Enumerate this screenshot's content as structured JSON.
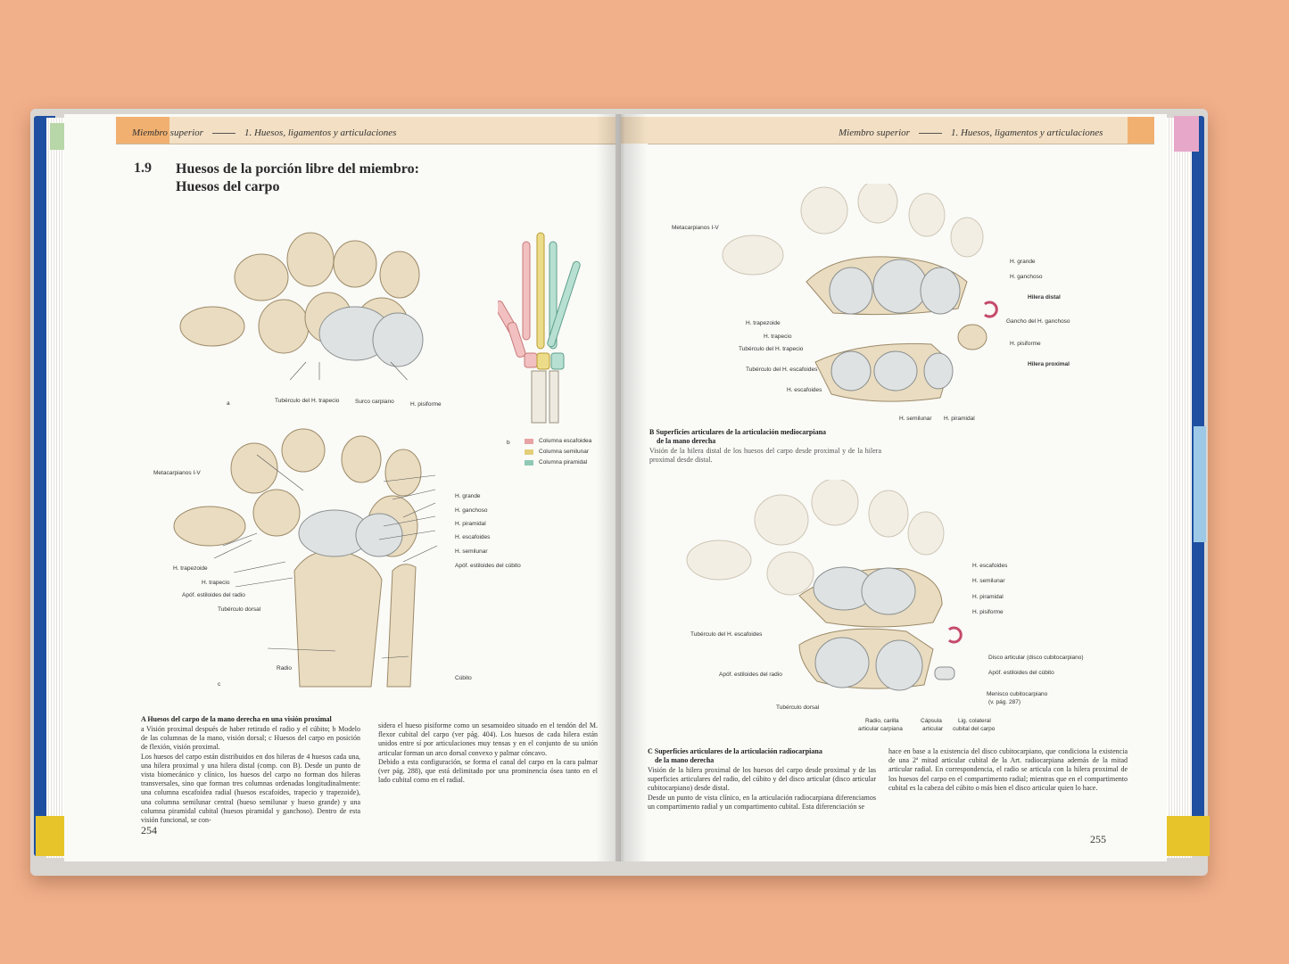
{
  "left_page": {
    "running_header": {
      "part": "Miembro superior",
      "chapter": "1.  Huesos, ligamentos y articulaciones"
    },
    "section_number": "1.9",
    "section_title_line1": "Huesos de la porción libre del miembro:",
    "section_title_line2": "Huesos del carpo",
    "figure_a": {
      "letter": "a",
      "labels": {
        "tuberculo_trapecio": "Tubérculo del H. trapecio",
        "surco_carpiano": "Surco carpiano",
        "pisiforme": "H. pisiforme"
      }
    },
    "figure_b": {
      "letter": "b",
      "legend": [
        {
          "label": "Columna escafoidea",
          "color": "#e7a3a3"
        },
        {
          "label": "Columna semilunar",
          "color": "#e3cf7a"
        },
        {
          "label": "Columna piramidal",
          "color": "#8fc9b6"
        }
      ]
    },
    "figure_c": {
      "letter": "c",
      "labels": {
        "metacarpianos": "Metacarpianos I-V",
        "grande": "H. grande",
        "ganchoso": "H. ganchoso",
        "piramidal": "H. piramidal",
        "escafoides": "H. escafoides",
        "semilunar": "H. semilunar",
        "estiloides_cubito": "Apóf. estiloides del cúbito",
        "trapezoide": "H. trapezoide",
        "trapecio": "H. trapecio",
        "estiloides_radio": "Apóf. estiloides del radio",
        "tuberculo_dorsal": "Tubérculo dorsal",
        "radio": "Radio",
        "cubito": "Cúbito"
      }
    },
    "caption": {
      "title": "A  Huesos del carpo de la mano derecha en una visión proximal",
      "col1": "a  Visión proximal después de haber retirado el radio y el cúbito; b  Modelo de las columnas de la mano, visión dorsal; c  Huesos del carpo en posición de flexión, visión proximal.\nLos huesos del carpo están distribuidos en dos hileras de 4 huesos cada una, una hilera proximal y una hilera distal (comp. con B). Desde un punto de vista biomecánico y clínico, los huesos del carpo no forman dos hileras transversales, sino que forman tres columnas ordenadas longitudinalmente: una columna escafoidea radial (huesos escafoides, trapecio y trapezoide), una columna semilunar central (hueso semilunar y hueso grande) y una columna piramidal cubital (huesos piramidal y ganchoso). Dentro de esta visión funcional, se con-",
      "col2": "sidera el hueso pisiforme como un sesamoideo situado en el tendón del M. flexor cubital del carpo (ver pág. 404). Los huesos de cada hilera están unidos entre sí por articulaciones muy tensas y en el conjunto de su unión articular forman un arco dorsal convexo y palmar cóncavo.\nDebido a esta configuración, se forma el canal del carpo en la cara palmar (ver pág. 288), que está delimitado por una prominencia ósea tanto en el lado cubital como en el radial."
    },
    "page_number": "254"
  },
  "right_page": {
    "running_header": {
      "part": "Miembro superior",
      "chapter": "1.  Huesos, ligamentos y articulaciones"
    },
    "figure_B": {
      "labels": {
        "metacarpianos": "Metacarpianos I-V",
        "grande": "H. grande",
        "ganchoso": "H. ganchoso",
        "hilera_distal": "Hilera distal",
        "trapezoide": "H. trapezoide",
        "trapecio": "H. trapecio",
        "tuberculo_trapecio": "Tubérculo del H. trapecio",
        "gancho": "Gancho del H. ganchoso",
        "pisiforme": "H. pisiforme",
        "hilera_proximal": "Hilera proximal",
        "tuberculo_escafoides": "Tubérculo del H. escafoides",
        "escafoides": "H. escafoides",
        "semilunar": "H. semilunar",
        "piramidal": "H. piramidal"
      },
      "caption_title_line1": "B  Superficies articulares de la articulación mediocarpiana",
      "caption_title_line2": "de la mano derecha",
      "caption_text": "Visión de la hilera distal de los huesos del carpo desde proximal y de la hilera proximal desde distal."
    },
    "figure_C": {
      "labels": {
        "escafoides": "H. escafoides",
        "semilunar": "H. semilunar",
        "piramidal": "H. piramidal",
        "pisiforme": "H. pisiforme",
        "tuberculo_escafoides": "Tubérculo del H. escafoides",
        "disco": "Disco articular (disco cubitocarpiano)",
        "estiloides_cubito": "Apóf. estiloides del cúbito",
        "estiloides_radio": "Apóf. estiloides del radio",
        "menisco": "Menisco cubitocarpiano",
        "menisco_ref": "(v. pág. 287)",
        "tuberculo_dorsal": "Tubérculo dorsal",
        "radio_carilla_1": "Radio, carilla",
        "radio_carilla_2": "articular carpiana",
        "capsula_1": "Cápsula",
        "capsula_2": "articular",
        "lig_1": "Lig. colateral",
        "lig_2": "cubital del carpo"
      }
    },
    "caption_C": {
      "title_line1": "C  Superficies articulares de la articulación radiocarpiana",
      "title_line2": "de la mano derecha",
      "col1": "Visión de la hilera proximal de los huesos del carpo desde proximal y de las superficies articulares del radio, del cúbito y del disco articular (disco articular cubitocarpiano) desde distal.\nDesde un punto de vista clínico, en la articulación radiocarpiana diferenciamos un compartimento radial y un compartimento cubital. Esta diferenciación se",
      "col2": "hace en base a la existencia del disco cubitocarpiano, que condiciona la existencia de una 2ª mitad articular cubital de la Art. radiocarpiana además de la mitad articular radial. En correspondencia, el radio se articula con la hilera proximal de los huesos del carpo en el compartimento radial; mientras que en el compartimento cubital es la cabeza del cúbito o más bien el disco articular quien lo hace."
    },
    "page_number": "255"
  }
}
